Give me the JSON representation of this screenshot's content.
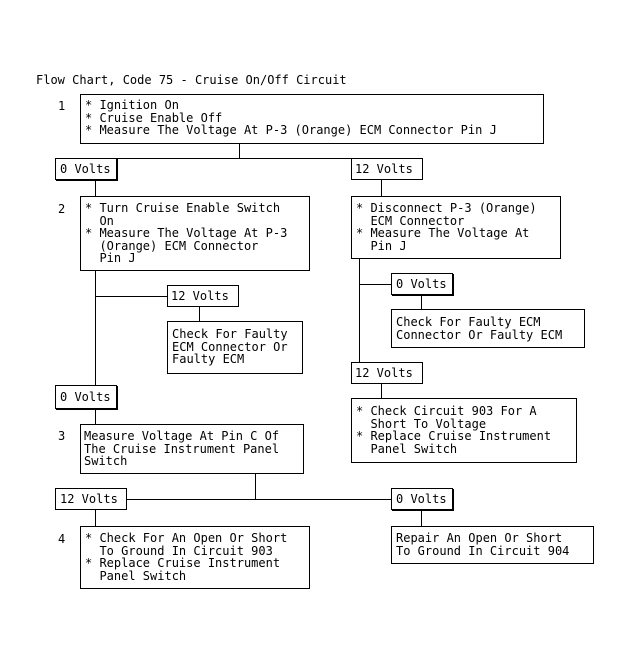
{
  "title": "Flow Chart, Code 75 - Cruise On/Off Circuit",
  "steps": {
    "s1": "1",
    "s2": "2",
    "s3": "3",
    "s4": "4"
  },
  "boxes": {
    "step1": "* Ignition On\n* Cruise Enable Off\n* Measure The Voltage At P-3 (Orange) ECM Connector Pin J",
    "step2": "* Turn Cruise Enable Switch\n  On\n* Measure The Voltage At P-3\n  (Orange) ECM Connector\n  Pin J",
    "disconnect": "* Disconnect P-3 (Orange)\n  ECM Connector\n* Measure The Voltage At\n  Pin J",
    "check_ecm_connector_left": "Check For Faulty\nECM Connector Or\nFaulty ECM",
    "check_ecm_connector_right": "Check For Faulty ECM\nConnector Or Faulty ECM",
    "check_circuit_903": "* Check Circuit 903 For A\n  Short To Voltage\n* Replace Cruise Instrument\n  Panel Switch",
    "step3": "Measure Voltage At Pin C Of\nThe Cruise Instrument Panel\nSwitch",
    "step4": "* Check For An Open Or Short\n  To Ground In Circuit 903\n* Replace Cruise Instrument\n  Panel Switch",
    "repair_904": "Repair An Open Or Short\nTo Ground In Circuit 904"
  },
  "labels": {
    "zero_volts_a": "0 Volts",
    "twelve_volts_a": "12 Volts",
    "twelve_volts_b": "12 Volts",
    "zero_volts_b": "0 Volts",
    "zero_volts_c": "0 Volts",
    "twelve_volts_c": "12 Volts",
    "twelve_volts_d": "12 Volts",
    "zero_volts_d": "0 Volts"
  }
}
